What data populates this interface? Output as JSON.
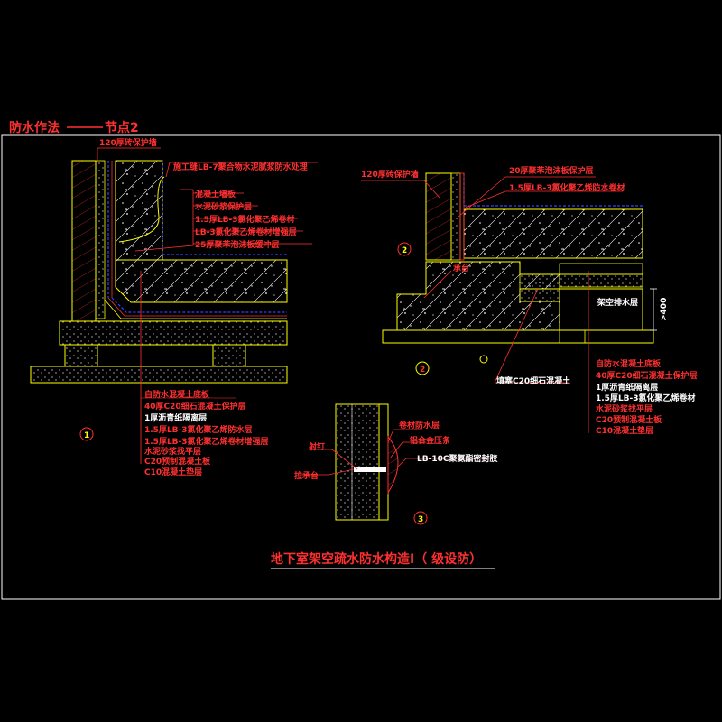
{
  "header": {
    "title": "防水作法",
    "node": "节点2"
  },
  "main_title": "地下室架空疏水防水构造I（ 级设防）",
  "colors": {
    "background": "#000000",
    "frame": "#ffffff",
    "wall": "#ffff00",
    "label": "#ff3030",
    "membrane": "#3040ff",
    "hatch": "#ffffff"
  },
  "detail1": {
    "marker": "1",
    "top_labels": [
      "120厚砖保护墙",
      "施工缝LB-7聚合物水泥腻浆防水处理"
    ],
    "side_labels": [
      "混凝土墙板",
      "水泥砂浆保护层",
      "1.5厚LB-3氯化聚乙烯卷材",
      "LB-3氯化聚乙烯卷材增强层",
      "25厚聚苯泡沫板缓冲层"
    ],
    "bottom_labels": [
      "自防水混凝土底板",
      "40厚C20细石混凝土保护层",
      "1厚沥青纸隔离层",
      "1.5厚LB-3氯化聚乙烯防水层",
      "1.5厚LB-3氯化聚乙烯卷材增强层",
      "水泥砂浆找平层",
      "C20预制混凝土板",
      "C10混凝土垫层"
    ]
  },
  "detail2": {
    "marker_top": "2",
    "marker_bottom": "2",
    "top_labels": [
      "120厚砖保护墙",
      "20厚聚苯泡沫板保护层",
      "1.5厚LB-3氯化聚乙烯防水卷材"
    ],
    "step_label": "承台",
    "fill_label": "填塞C20细石混凝土",
    "void_label": "架空排水层",
    "dimension": ">400",
    "bottom_labels": [
      "自防水混凝土底板",
      "40厚C20细石混凝土保护层",
      "1厚沥青纸隔离层",
      "1.5厚LB-3氯化聚乙烯卷材",
      "水泥砂浆找平层",
      "C20预制混凝土板",
      "C10混凝土垫层"
    ]
  },
  "detail3": {
    "marker": "3",
    "left_labels": [
      "射钉",
      "拉承台"
    ],
    "right_labels": [
      "卷材防水层",
      "铝合金压条",
      "LB-10C聚氨酯密封胶"
    ]
  }
}
